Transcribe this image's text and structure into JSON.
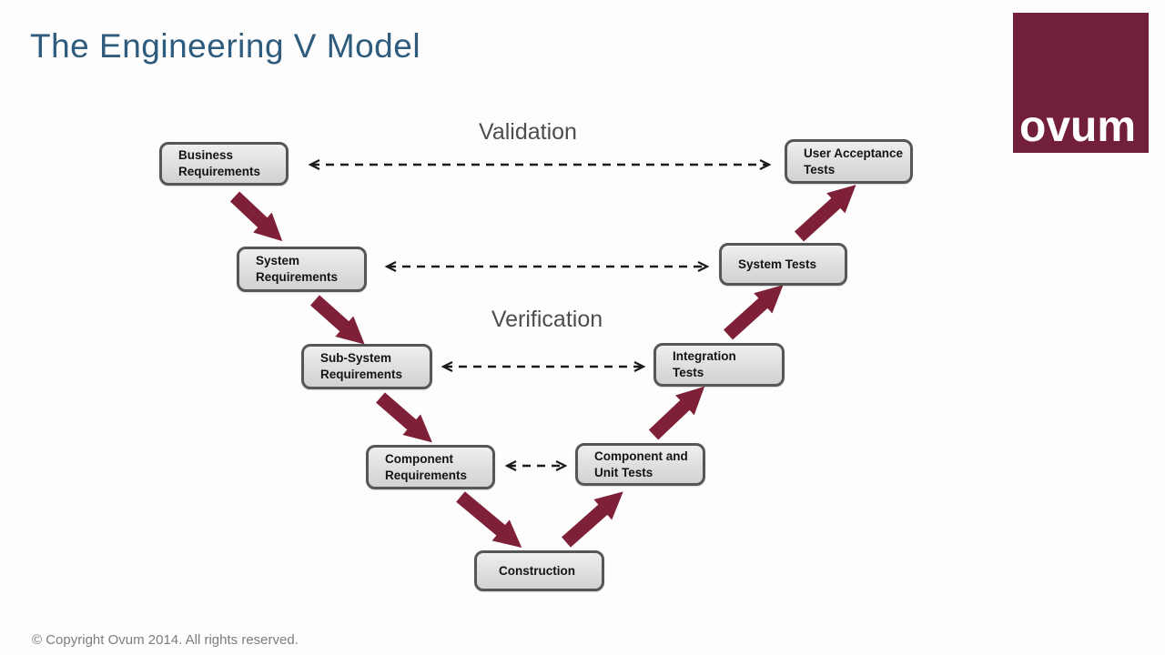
{
  "page": {
    "title": "The Engineering V Model",
    "footer": "© Copyright Ovum 2014. All rights reserved.",
    "logo_text": "ovum"
  },
  "colors": {
    "title": "#2f5b7c",
    "logo_bg": "#721f3c",
    "flow_arrow": "#7e2037",
    "dashed_link": "#1a1a1a",
    "box_fill": "#dedede",
    "box_border": "#565656",
    "phase_label": "#4d4d4d",
    "footer_text": "#7d7d7d"
  },
  "nodes": {
    "business": {
      "label": "Business\nRequirements"
    },
    "system": {
      "label": "System\nRequirements"
    },
    "subsystem": {
      "label": "Sub-System\nRequirements"
    },
    "component": {
      "label": "Component\nRequirements"
    },
    "construction": {
      "label": "Construction"
    },
    "unit_tests": {
      "label": "Component and\nUnit Tests"
    },
    "integration": {
      "label": "Integration\nTests"
    },
    "system_tests": {
      "label": "System Tests"
    },
    "uat": {
      "label": "User Acceptance\nTests"
    }
  },
  "labels": {
    "validation": "Validation",
    "verification": "Verification"
  },
  "flow_sequence": [
    "Business Requirements",
    "System Requirements",
    "Sub-System Requirements",
    "Component Requirements",
    "Construction",
    "Component and Unit Tests",
    "Integration Tests",
    "System Tests",
    "User Acceptance Tests"
  ],
  "dashed_links": [
    {
      "from": "Business Requirements",
      "to": "User Acceptance Tests",
      "label": "Validation"
    },
    {
      "from": "System Requirements",
      "to": "System Tests",
      "label": ""
    },
    {
      "from": "Sub-System Requirements",
      "to": "Integration Tests",
      "label": "Verification"
    },
    {
      "from": "Component Requirements",
      "to": "Component and Unit Tests",
      "label": ""
    }
  ]
}
